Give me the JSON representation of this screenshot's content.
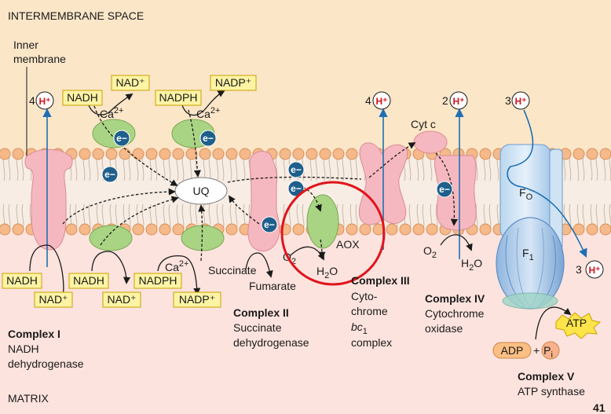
{
  "regions": {
    "intermembrane_space": "INTERMEMBRANE SPACE",
    "matrix": "MATRIX",
    "inner_membrane_line1": "Inner",
    "inner_membrane_line2": "membrane"
  },
  "complex_1": {
    "name": "Complex I",
    "desc1": "NADH",
    "desc2": "dehydrogenase",
    "h_count": "4"
  },
  "complex_2": {
    "name": "Complex II",
    "desc1": "Succinate",
    "desc2": "dehydrogenase",
    "substrate": "Succinate",
    "product": "Fumarate"
  },
  "complex_3": {
    "name": "Complex III",
    "desc1": "Cyto-",
    "desc2": "chrome",
    "desc3": "bc",
    "desc3_sub": "1",
    "desc4": "complex",
    "h_count": "4"
  },
  "complex_4": {
    "name": "Complex IV",
    "desc1": "Cytochrome",
    "desc2": "oxidase",
    "h_count": "2",
    "o2": "O",
    "o2_sub": "2",
    "h2o_a": "H",
    "h2o_sub": "2",
    "h2o_b": "O"
  },
  "complex_5": {
    "name": "Complex V",
    "desc1": "ATP synthase",
    "fo": "F",
    "fo_sub": "O",
    "f1": "F",
    "f1_sub": "1",
    "h_in_count": "3",
    "h_out_count": "3",
    "atp": "ATP",
    "adp": "ADP",
    "plus": "+",
    "pi": "P",
    "pi_sub": "i"
  },
  "aox": {
    "label": "AOX",
    "o2": "O",
    "o2_sub": "2",
    "h2o_a": "H",
    "h2o_sub": "2",
    "h2o_b": "O"
  },
  "uq": "UQ",
  "cyt_c": "Cyt c",
  "electron": "e−",
  "h_ion": "H⁺",
  "ca": "Ca",
  "ca_sup": "2+",
  "top_boxes": {
    "nadh": "NADH",
    "nad": "NAD⁺",
    "nadph": "NADPH",
    "nadp": "NADP⁺"
  },
  "bottom_boxes": {
    "nadh1": "NADH",
    "nad1": "NAD⁺",
    "nadh2": "NADH",
    "nad2": "NAD⁺",
    "nadph": "NADPH",
    "nadp": "NADP⁺"
  },
  "page_number": "41",
  "colors": {
    "intermembrane": "#fbe6c8",
    "matrix": "#fde3de",
    "lipid_head": "#f5b98a",
    "protein_pink": "#f6b8c0",
    "aox_green": "#a9d483",
    "electron_blue": "#1f5f8c",
    "highlight_red": "#e0141c",
    "box_yellow": "#fcf3a4",
    "f1_blue": "#a9c8ea",
    "atp_yellow": "#fde44a"
  }
}
